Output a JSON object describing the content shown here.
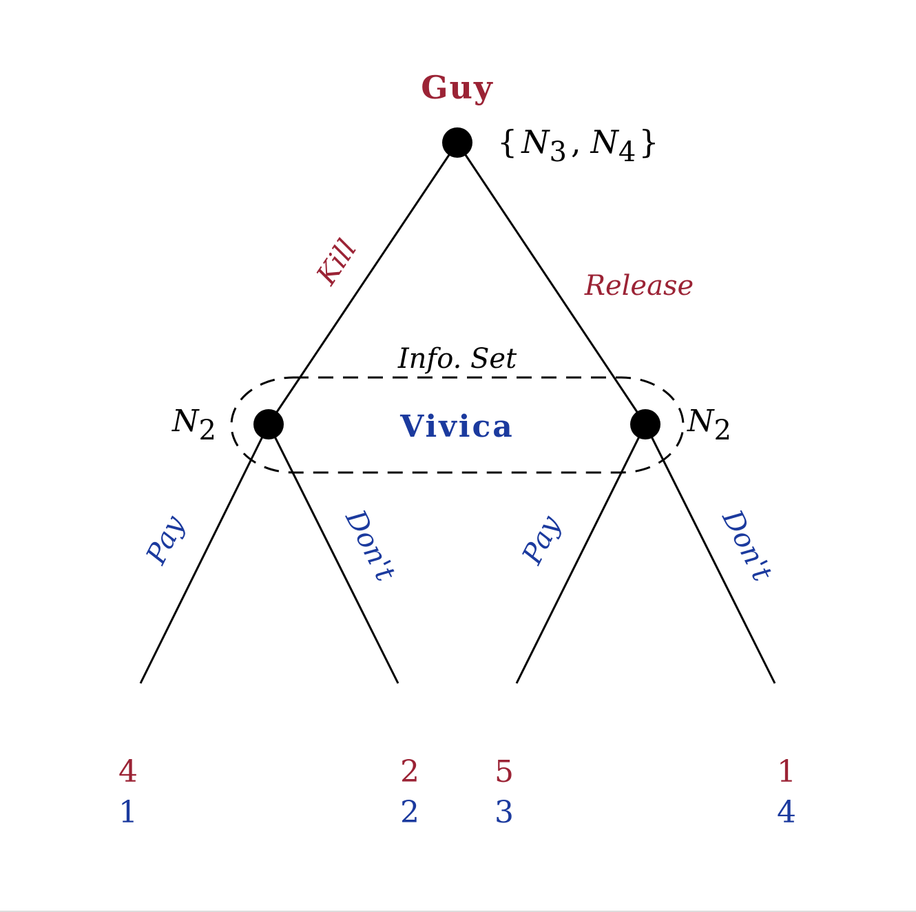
{
  "colors": {
    "guy": "#9b2335",
    "vivica": "#1b3a9e",
    "ink": "#000000"
  },
  "players": {
    "root": "Guy",
    "second": "Vivica"
  },
  "root_set": {
    "open": "{",
    "n3": "N",
    "n3_sub": "3",
    "comma": ",",
    "n4": "N",
    "n4_sub": "4",
    "close": "}"
  },
  "actions": {
    "kill": "Kill",
    "release": "Release",
    "pay_left": "Pay",
    "dont_left": "Don't",
    "pay_right": "Pay",
    "dont_right": "Don't"
  },
  "info_set": {
    "label": "Info. Set"
  },
  "node_labels": {
    "left": {
      "main": "N",
      "sub": "2"
    },
    "right": {
      "main": "N",
      "sub": "2"
    }
  },
  "payoffs": [
    {
      "guy": "4",
      "vivica": "1"
    },
    {
      "guy": "2",
      "vivica": "2"
    },
    {
      "guy": "5",
      "vivica": "3"
    },
    {
      "guy": "1",
      "vivica": "4"
    }
  ]
}
